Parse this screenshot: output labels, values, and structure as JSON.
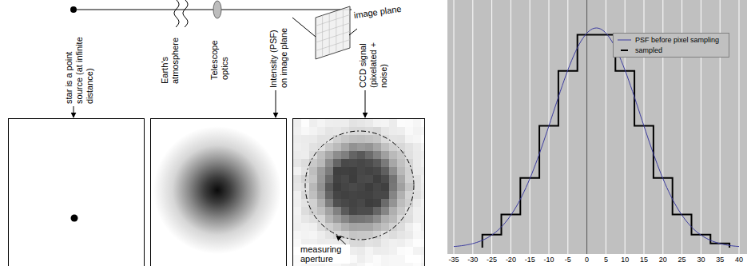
{
  "diagram": {
    "labels": [
      "star is a point source (at infinite distance)",
      "Earth's atmosphere",
      "Telescope optics",
      "image plane",
      "Intensity (PSF) on image plane",
      "CCD signal (pixelated + noise)",
      "measuring aperture",
      "-35",
      "-30",
      "-25",
      "-20",
      "-15",
      "-10",
      "-5",
      "0",
      "5",
      "10",
      "15",
      "20",
      "25",
      "30",
      "35",
      "40"
    ],
    "legend": [
      {
        "text": "PSF before pixel sampling"
      },
      {
        "text": "sampled"
      }
    ]
  }
}
